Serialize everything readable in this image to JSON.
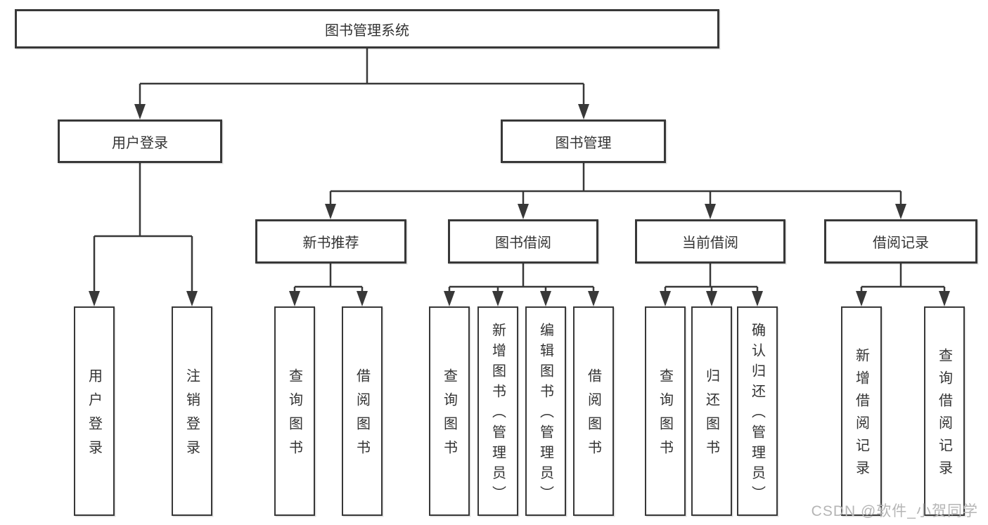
{
  "tree": {
    "root": "图书管理系统",
    "level2": [
      "用户登录",
      "图书管理"
    ],
    "level3": [
      "新书推荐",
      "图书借阅",
      "当前借阅",
      "借阅记录"
    ],
    "leaves": {
      "user_login": [
        "用户登录",
        "注销登录"
      ],
      "new_book": [
        "查询图书",
        "借阅图书"
      ],
      "book_borrow": [
        "查询图书",
        "新增图书（管理员）",
        "编辑图书（管理员）",
        "借阅图书"
      ],
      "current_borrow": [
        "查询图书",
        "归还图书",
        "确认归还（管理员）"
      ],
      "borrow_record": [
        "新增借阅记录",
        "查询借阅记录"
      ]
    }
  },
  "watermark": {
    "text": "CSDN @软件_小贺同学"
  },
  "colors": {
    "line": "#383838",
    "text": "#333333",
    "watermark": "#b5b5b5",
    "background": "#ffffff"
  }
}
